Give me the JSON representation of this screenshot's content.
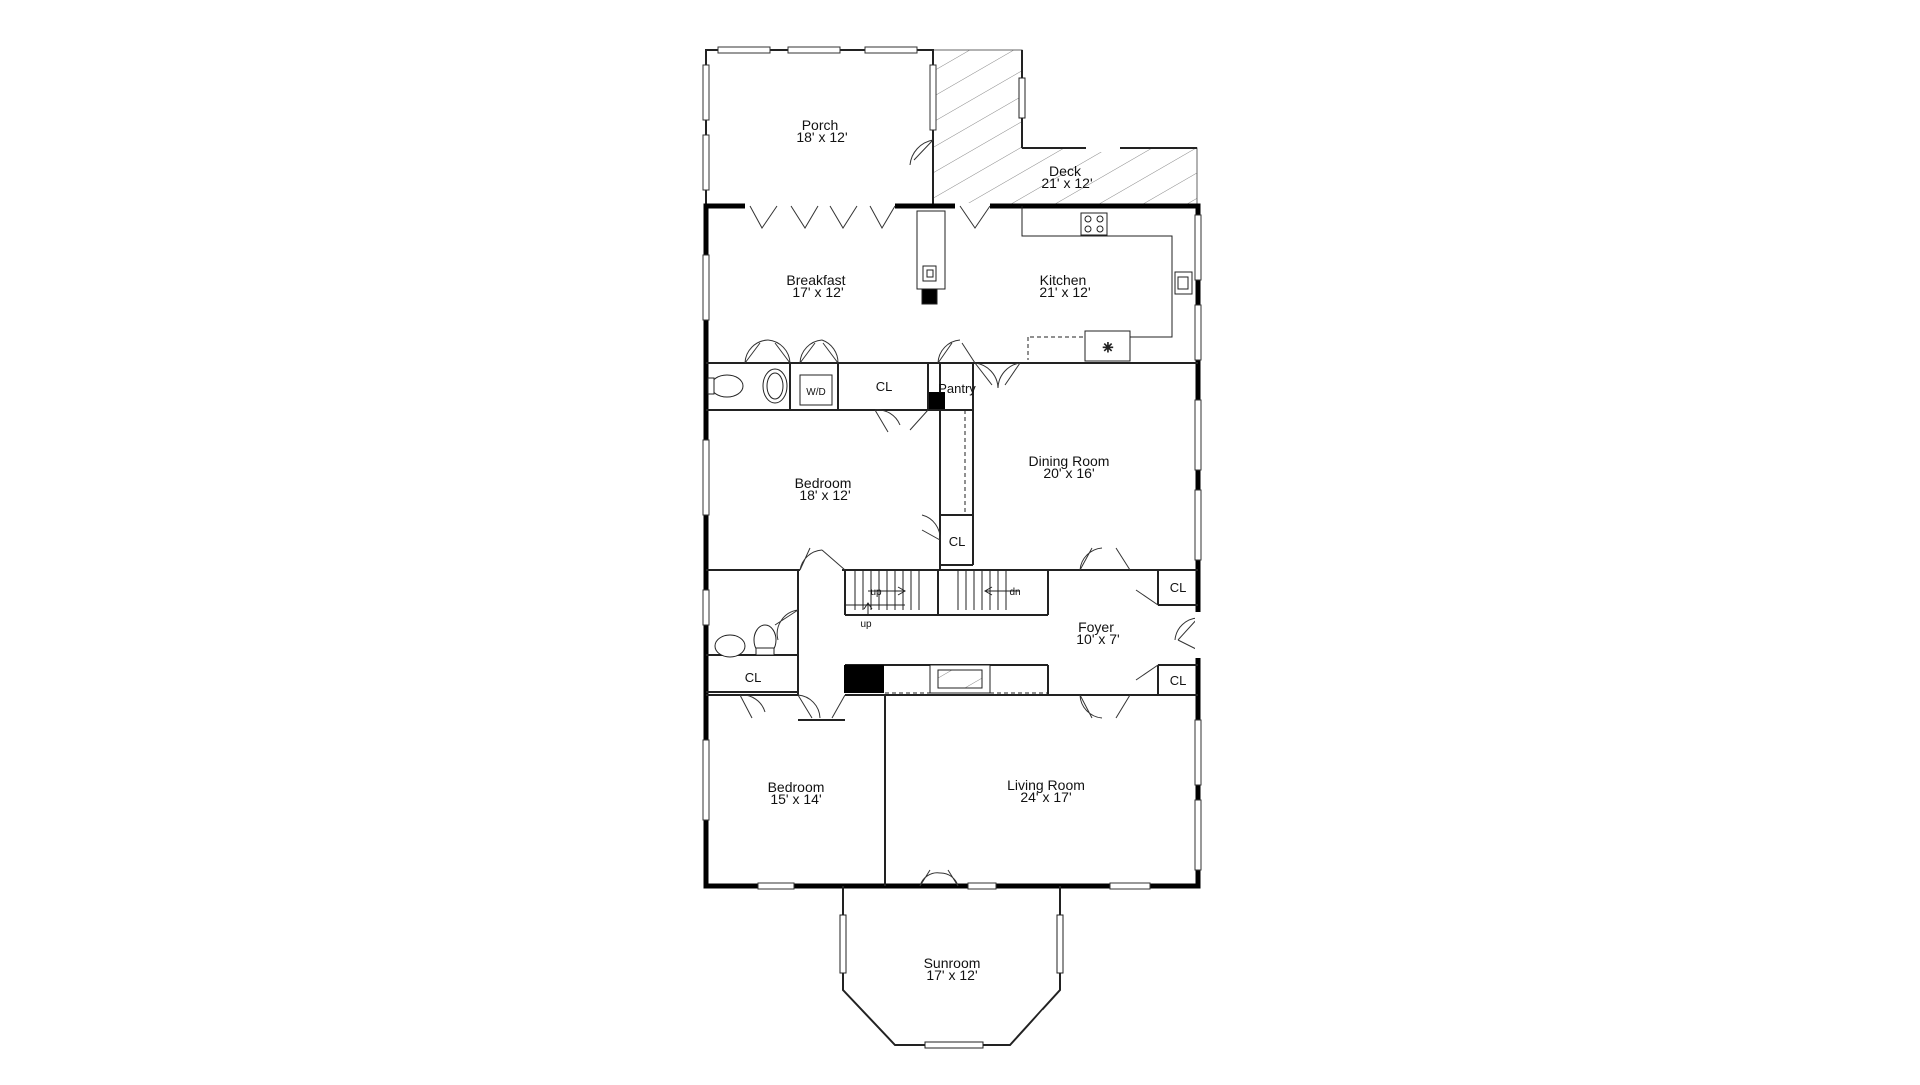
{
  "plan": {
    "rooms": [
      {
        "id": "porch",
        "name": "Porch",
        "dims": "18' x 12'"
      },
      {
        "id": "deck",
        "name": "Deck",
        "dims": "21' x 12'"
      },
      {
        "id": "breakfast",
        "name": "Breakfast",
        "dims": "17' x 12'"
      },
      {
        "id": "kitchen",
        "name": "Kitchen",
        "dims": "21' x 12'"
      },
      {
        "id": "bedroom_mid",
        "name": "Bedroom",
        "dims": "18' x 12'"
      },
      {
        "id": "dining",
        "name": "Dining Room",
        "dims": "20' x 16'"
      },
      {
        "id": "foyer",
        "name": "Foyer",
        "dims": "10' x 7'"
      },
      {
        "id": "bedroom_low",
        "name": "Bedroom",
        "dims": "15' x 14'"
      },
      {
        "id": "living",
        "name": "Living Room",
        "dims": "24' x 17'"
      },
      {
        "id": "sunroom",
        "name": "Sunroom",
        "dims": "17' x 12'"
      }
    ],
    "small_labels": {
      "closet": "CL",
      "pantry": "Pantry",
      "washer_dryer": "W/D",
      "stair_up": "up",
      "stair_down": "dn"
    },
    "colors": {
      "wall": "#000000",
      "line": "#222222",
      "background": "#ffffff"
    }
  }
}
